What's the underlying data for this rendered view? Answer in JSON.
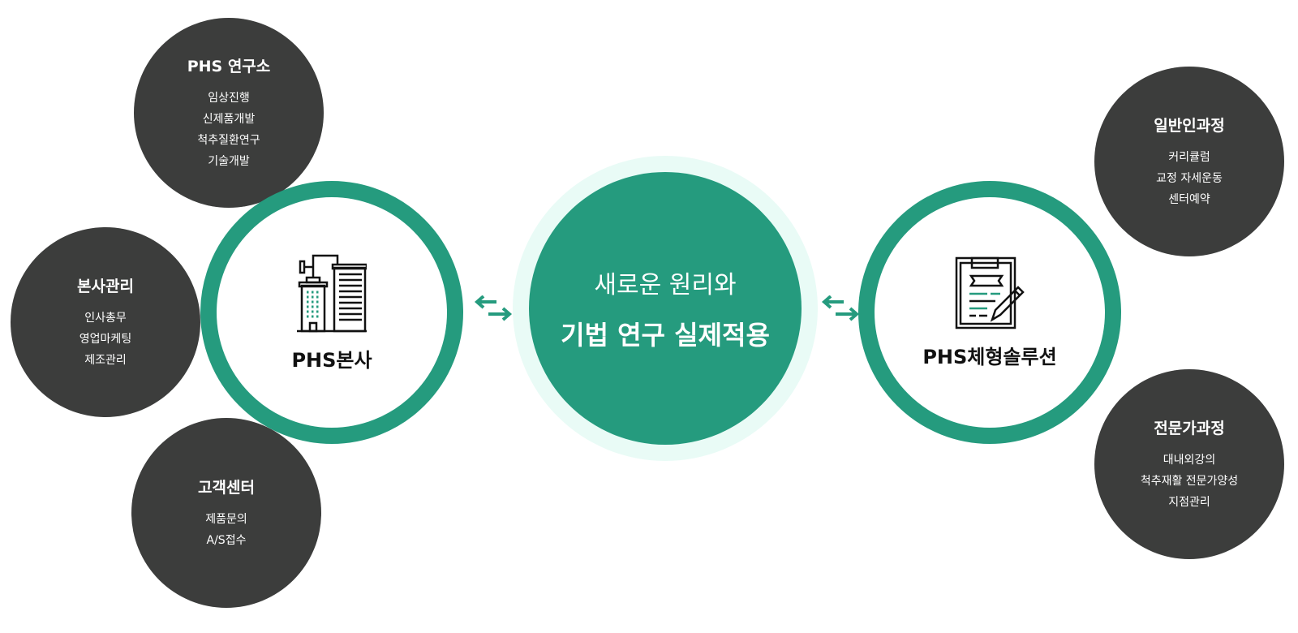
{
  "center": {
    "line1": "새로운 원리와",
    "line2": "기법 연구 실제적용"
  },
  "left_hub": {
    "label": "PHS본사",
    "icon": "building-icon"
  },
  "right_hub": {
    "label": "PHS체형솔루션",
    "icon": "clipboard-icon"
  },
  "left_nodes": [
    {
      "title": "PHS 연구소",
      "items": [
        "임상진행",
        "신제품개발",
        "척추질환연구",
        "기술개발"
      ]
    },
    {
      "title": "본사관리",
      "items": [
        "인사총무",
        "영업마케팅",
        "제조관리"
      ]
    },
    {
      "title": "고객센터",
      "items": [
        "제품문의",
        "A/S접수"
      ]
    }
  ],
  "right_nodes": [
    {
      "title": "일반인과정",
      "items": [
        "커리큘럼",
        "교정 자세운동",
        "센터예약"
      ]
    },
    {
      "title": "전문가과정",
      "items": [
        "대내외강의",
        "척추재활 전문가양성",
        "지점관리"
      ]
    }
  ],
  "colors": {
    "accent": "#259b7e",
    "halo": "#e9fbf6",
    "dark": "#3c3d3c"
  }
}
